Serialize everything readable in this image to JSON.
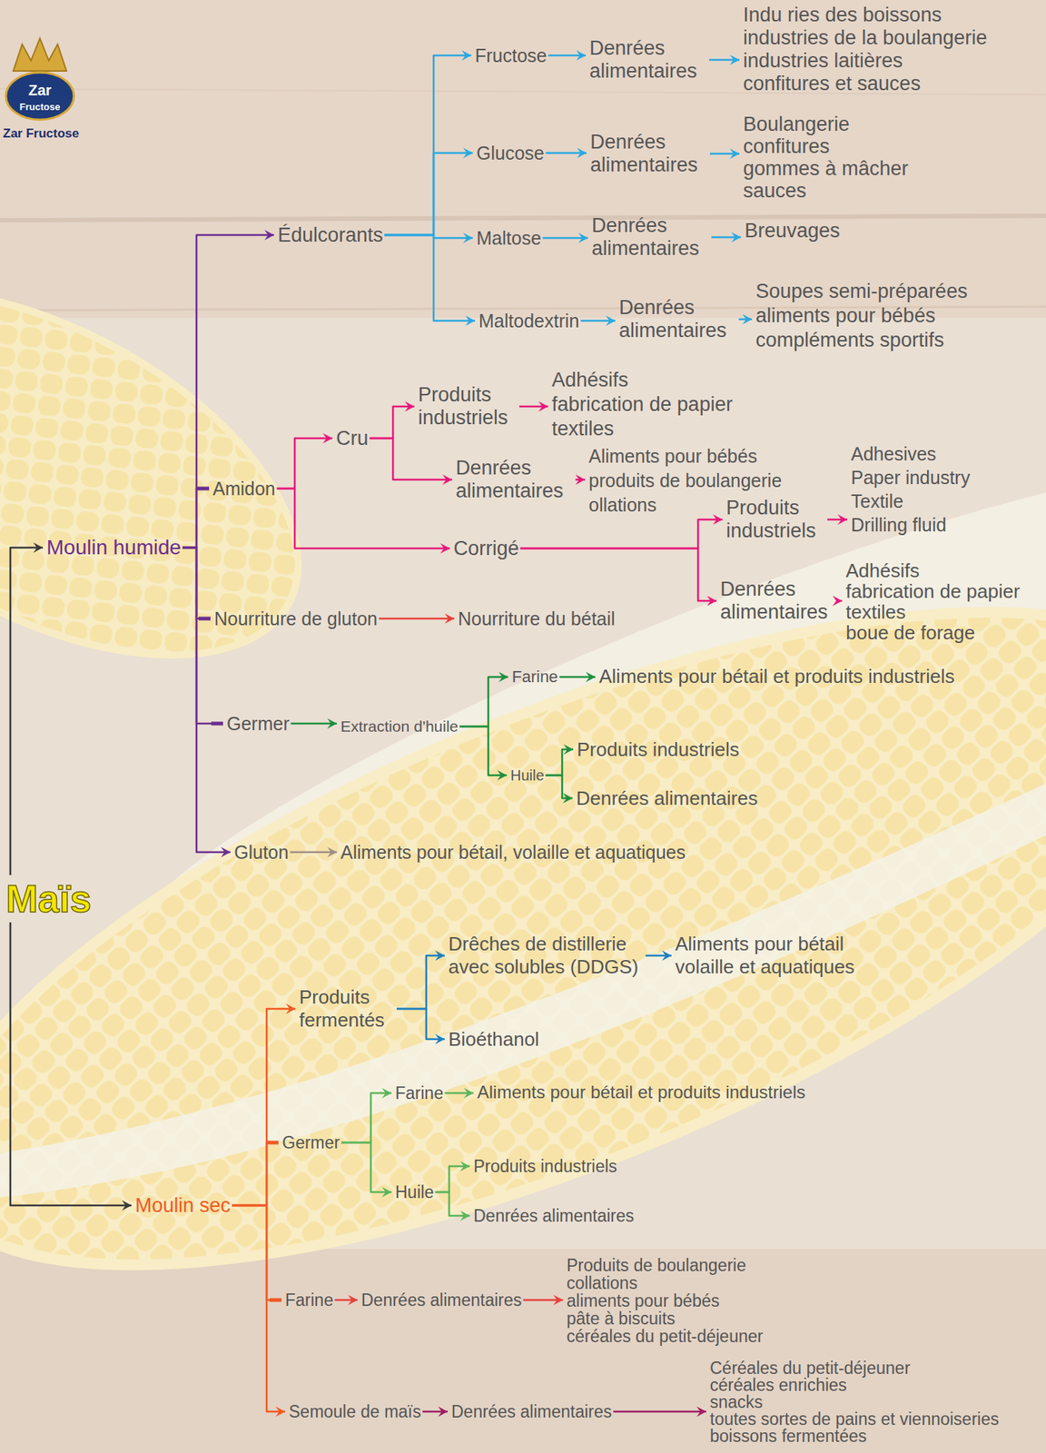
{
  "diagram": {
    "nodes": [
      {
        "text": [
          "Maïs"
        ]
      },
      {
        "text": [
          "Moulin humide"
        ]
      },
      {
        "text": [
          "Moulin sec"
        ]
      },
      {
        "text": [
          "Édulcorants"
        ]
      },
      {
        "text": [
          "Fructose"
        ]
      },
      {
        "text": [
          "Denrées alimentaires"
        ]
      },
      {
        "text": [
          "Indu ries des boissons",
          "industries de la boulangerie",
          "industries laitières",
          "confitures et sauces"
        ]
      },
      {
        "text": [
          "Glucose"
        ]
      },
      {
        "text": [
          "Denrées alimentaires"
        ]
      },
      {
        "text": [
          "Boulangerie",
          "confitures",
          "gommes à mâcher",
          "sauces"
        ]
      },
      {
        "text": [
          "Maltose"
        ]
      },
      {
        "text": [
          "Denrées alimentaires"
        ]
      },
      {
        "text": [
          "Breuvages"
        ]
      },
      {
        "text": [
          "Maltodextrin"
        ]
      },
      {
        "text": [
          "Denrées alimentaires"
        ]
      },
      {
        "text": [
          "Soupes semi-préparées",
          "aliments pour bébés",
          "compléments sportifs"
        ]
      },
      {
        "text": [
          "Amidon"
        ]
      },
      {
        "text": [
          "Cru"
        ]
      },
      {
        "text": [
          "Produits industriels"
        ]
      },
      {
        "text": [
          "Adhésifs",
          "fabrication de papier",
          "textiles"
        ]
      },
      {
        "text": [
          "Denrées alimentaires"
        ]
      },
      {
        "text": [
          "Aliments pour bébés",
          "produits de boulangerie",
          "ollations"
        ]
      },
      {
        "text": [
          "Corrigé"
        ]
      },
      {
        "text": [
          "Produits industriels"
        ]
      },
      {
        "text": [
          "Adhesives",
          "Paper industry",
          "Textile",
          "Drilling fluid"
        ]
      },
      {
        "text": [
          "Denrées alimentaires"
        ]
      },
      {
        "text": [
          "Adhésifs",
          "fabrication de papier",
          "textiles",
          "boue de forage"
        ]
      },
      {
        "text": [
          "Nourriture de gluton"
        ]
      },
      {
        "text": [
          "Nourriture du bétail"
        ]
      },
      {
        "text": [
          "Germer"
        ]
      },
      {
        "text": [
          "Extraction d'huile"
        ]
      },
      {
        "text": [
          "Farine"
        ]
      },
      {
        "text": [
          "Aliments pour bétail et produits industriels"
        ]
      },
      {
        "text": [
          "Huile"
        ]
      },
      {
        "text": [
          "Produits industriels"
        ]
      },
      {
        "text": [
          "Denrées alimentaires"
        ]
      },
      {
        "text": [
          "Gluton"
        ]
      },
      {
        "text": [
          "Aliments pour bétail, volaille et aquatiques"
        ]
      },
      {
        "text": [
          "Produits fermentés"
        ]
      },
      {
        "text": [
          "Drêches de distillerie avec solubles (DDGS)"
        ]
      },
      {
        "text": [
          "Aliments pour bétail volaille et aquatiques"
        ]
      },
      {
        "text": [
          "Bioéthanol"
        ]
      },
      {
        "text": [
          "Germer"
        ]
      },
      {
        "text": [
          "Farine"
        ]
      },
      {
        "text": [
          "Aliments pour bétail et produits industriels"
        ]
      },
      {
        "text": [
          "Huile"
        ]
      },
      {
        "text": [
          "Produits industriels"
        ]
      },
      {
        "text": [
          "Denrées alimentaires"
        ]
      },
      {
        "text": [
          "Farine"
        ]
      },
      {
        "text": [
          "Denrées alimentaires"
        ]
      },
      {
        "text": [
          "Produits de boulangerie",
          "collations",
          "aliments pour bébés",
          "pâte à biscuits",
          "céréales du petit-déjeuner"
        ]
      },
      {
        "text": [
          "Semoule de maïs"
        ]
      },
      {
        "text": [
          "Denrées alimentaires"
        ]
      },
      {
        "text": [
          "Céréales du petit-déjeuner",
          "céréales enrichies",
          "snacks",
          "toutes sortes de pains et viennoiseries",
          "boissons fermentées"
        ]
      }
    ],
    "edges": [
      {
        "from": 0,
        "to": 1,
        "arrow": "to"
      },
      {
        "from": 0,
        "to": 2,
        "arrow": "to"
      },
      {
        "from": 1,
        "to": 3,
        "arrow": "to"
      },
      {
        "from": 1,
        "to": 16,
        "arrow": "none"
      },
      {
        "from": 1,
        "to": 27,
        "arrow": "none"
      },
      {
        "from": 1,
        "to": 29,
        "arrow": "none"
      },
      {
        "from": 1,
        "to": 36,
        "arrow": "to"
      },
      {
        "from": 3,
        "to": 4,
        "arrow": "to"
      },
      {
        "from": 3,
        "to": 7,
        "arrow": "to"
      },
      {
        "from": 3,
        "to": 10,
        "arrow": "to"
      },
      {
        "from": 3,
        "to": 13,
        "arrow": "to"
      },
      {
        "from": 4,
        "to": 5,
        "arrow": "to"
      },
      {
        "from": 5,
        "to": 6,
        "arrow": "to"
      },
      {
        "from": 7,
        "to": 8,
        "arrow": "to"
      },
      {
        "from": 8,
        "to": 9,
        "arrow": "to"
      },
      {
        "from": 10,
        "to": 11,
        "arrow": "to"
      },
      {
        "from": 11,
        "to": 12,
        "arrow": "to"
      },
      {
        "from": 13,
        "to": 14,
        "arrow": "to"
      },
      {
        "from": 14,
        "to": 15,
        "arrow": "to"
      },
      {
        "from": 16,
        "to": 17,
        "arrow": "to"
      },
      {
        "from": 16,
        "to": 22,
        "arrow": "to"
      },
      {
        "from": 17,
        "to": 18,
        "arrow": "to"
      },
      {
        "from": 17,
        "to": 20,
        "arrow": "to"
      },
      {
        "from": 18,
        "to": 19,
        "arrow": "to"
      },
      {
        "from": 20,
        "to": 21,
        "arrow": "to"
      },
      {
        "from": 22,
        "to": 23,
        "arrow": "to"
      },
      {
        "from": 22,
        "to": 25,
        "arrow": "to"
      },
      {
        "from": 23,
        "to": 24,
        "arrow": "to"
      },
      {
        "from": 25,
        "to": 26,
        "arrow": "to"
      },
      {
        "from": 27,
        "to": 28,
        "arrow": "to"
      },
      {
        "from": 29,
        "to": 30,
        "arrow": "to"
      },
      {
        "from": 30,
        "to": 31,
        "arrow": "to"
      },
      {
        "from": 30,
        "to": 33,
        "arrow": "to"
      },
      {
        "from": 31,
        "to": 32,
        "arrow": "to"
      },
      {
        "from": 33,
        "to": 34,
        "arrow": "to"
      },
      {
        "from": 33,
        "to": 35,
        "arrow": "to"
      },
      {
        "from": 36,
        "to": 37,
        "arrow": "to"
      },
      {
        "from": 2,
        "to": 38,
        "arrow": "to"
      },
      {
        "from": 2,
        "to": 42,
        "arrow": "none"
      },
      {
        "from": 2,
        "to": 48,
        "arrow": "none"
      },
      {
        "from": 2,
        "to": 51,
        "arrow": "to"
      },
      {
        "from": 38,
        "to": 39,
        "arrow": "to"
      },
      {
        "from": 38,
        "to": 41,
        "arrow": "to"
      },
      {
        "from": 39,
        "to": 40,
        "arrow": "to"
      },
      {
        "from": 42,
        "to": 43,
        "arrow": "to"
      },
      {
        "from": 42,
        "to": 45,
        "arrow": "to"
      },
      {
        "from": 43,
        "to": 44,
        "arrow": "to"
      },
      {
        "from": 45,
        "to": 46,
        "arrow": "to"
      },
      {
        "from": 45,
        "to": 47,
        "arrow": "to"
      },
      {
        "from": 48,
        "to": 49,
        "arrow": "to"
      },
      {
        "from": 49,
        "to": 50,
        "arrow": "to"
      },
      {
        "from": 51,
        "to": 52,
        "arrow": "to"
      },
      {
        "from": 52,
        "to": 53,
        "arrow": "to"
      }
    ],
    "labels": [
      "Zar",
      "Fructose",
      "Zar Fructose"
    ]
  }
}
